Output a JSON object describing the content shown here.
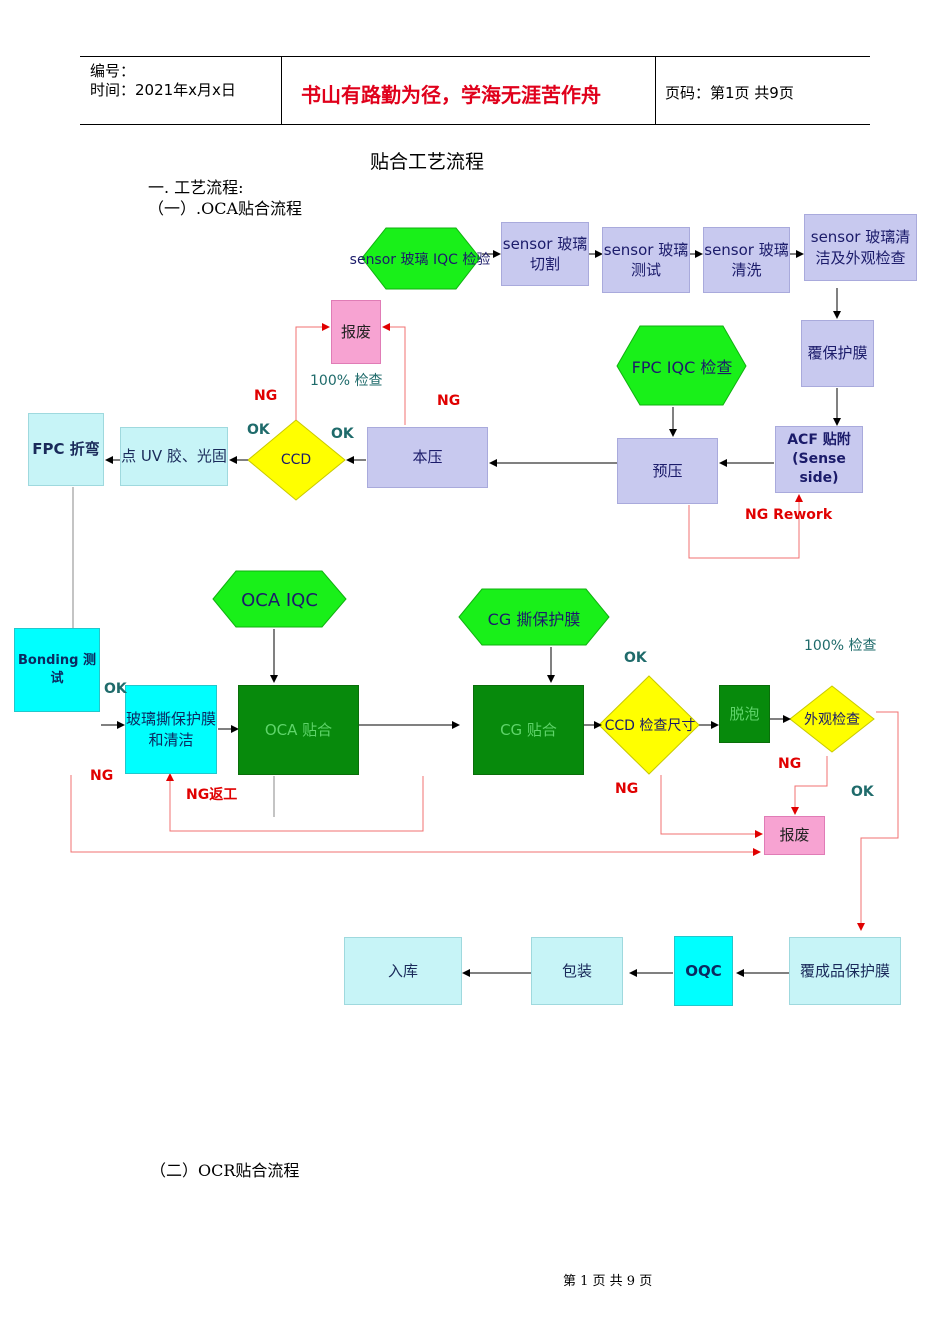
{
  "header": {
    "number_label": "编号：",
    "time_label": "时间：2021年x月x日",
    "motto": "书山有路勤为径，学海无涯苦作舟",
    "page_label": "页码：第1页  共9页"
  },
  "document": {
    "title": "贴合工艺流程",
    "section1": "一. 工艺流程:",
    "subsection1": "（一）.OCA贴合流程",
    "subsection2": "（二）OCR贴合流程",
    "footer": "第 1 页 共 9 页"
  },
  "diagram": {
    "nodes": {
      "sensor_iqc": "sensor 玻璃 IQC 检验",
      "sensor_cut": "sensor 玻璃切割",
      "sensor_test": "sensor 玻璃测试",
      "sensor_clean": "sensor 玻璃清洗",
      "sensor_inspect": "sensor 玻璃清洁及外观检查",
      "protect_film": "覆保护膜",
      "scrap1": "报废",
      "fpc_iqc": "FPC IQC 检查",
      "acf": "ACF 贴附 (Sense side)",
      "prepress": "预压",
      "mainpress": "本压",
      "ccd1": "CCD",
      "uv": "点 UV 胶、光固",
      "fpc_bend": "FPC 折弯",
      "bonding": "Bonding 测试",
      "oca_iqc": "OCA IQC",
      "cg_peel": "CG 撕保护膜",
      "glass_peel": "玻璃撕保护膜和清洁",
      "oca_attach": "OCA 贴合",
      "cg_attach": "CG 贴合",
      "ccd2": "CCD 检查尺寸",
      "defoam": "脱泡",
      "appearance": "外观检查",
      "scrap2": "报废",
      "final_film": "覆成品保护膜",
      "oqc": "OQC",
      "packing": "包装",
      "warehouse": "入库"
    },
    "labels": {
      "ng_left": "NG",
      "ng_mid": "NG",
      "ok_left": "OK",
      "ok_right": "OK",
      "inspect100_top": "100% 检查",
      "ng_rework": "NG Rework",
      "ok_bonding": "OK",
      "ng_bottom_left": "NG",
      "ng_return": "NG返工",
      "ok_ccd2": "OK",
      "ng_ccd2": "NG",
      "inspect100_right": "100% 检查",
      "ng_appearance": "NG",
      "ok_appearance": "OK"
    }
  },
  "colors": {
    "lavender": "#c8c9ef",
    "light_cyan": "#c7f4f7",
    "cyan": "#00ffff",
    "dark_green": "#078a0c",
    "bright_green": "#19f019",
    "yellow": "#ffff00",
    "pink": "#f7a3d2",
    "ng_red": "#e00000",
    "ok_teal": "#1f6b6b",
    "motto_red": "#e0001b"
  }
}
